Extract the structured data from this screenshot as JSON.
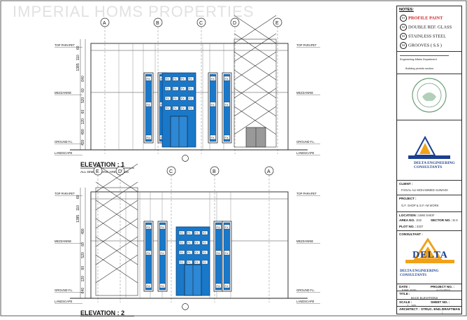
{
  "watermark": "IMPERIAL HOMS PROPERTIES",
  "elevations": [
    {
      "title": "ELEVATION : 1",
      "subtitle": "ALL DIMENSIONS ARE IN CMS",
      "grid_labels": [
        "A",
        "B",
        "C",
        "D",
        "E"
      ],
      "levels": [
        "TOP PARAPET",
        "MEZZANINE",
        "GROUND F.L.",
        "LANDSCAPE"
      ],
      "dimensions": [
        "60",
        "110",
        "1385",
        "640",
        "60",
        "520",
        "60",
        "120",
        "490",
        "420"
      ],
      "panel_label": "FX"
    },
    {
      "title": "ELEVATION : 2",
      "subtitle": "ALL DIMENSIONS ARE IN CMS",
      "grid_labels": [
        "E",
        "D'",
        "C",
        "B",
        "A"
      ],
      "levels": [
        "TOP PARAPET",
        "MEZZANINE",
        "GROUND F.L.",
        "LANDSCAPE"
      ],
      "dimensions": [
        "60",
        "110",
        "1385",
        "490",
        "60",
        "520",
        "60",
        "120",
        "640"
      ],
      "panel_label": "FX"
    }
  ],
  "title_block": {
    "notes_heading": "NOTES:",
    "notes": [
      {
        "num": "01",
        "text": "PROFILE PAINT"
      },
      {
        "num": "02",
        "text": "DOUBLE REF. GLASS"
      },
      {
        "num": "03",
        "text": "STAINLESS STEEL"
      },
      {
        "num": "04",
        "text": "GROOVES ( S.S )"
      }
    ],
    "authority": "Engineering Affairs Department",
    "section": "Building permits section",
    "firm_name": "DELTA ENGINEERING CONSULTANTS",
    "firm_short": "DELTA",
    "fields": [
      {
        "label": "CLIENT :",
        "value": "FAISAL ALI MOHAMMED SUWAIDI"
      },
      {
        "label": "PROJECT :",
        "value": "G.F. SHOP & G.F.+M WORK"
      },
      {
        "label": "LOCATION :",
        "value": "UMM SHEIF"
      },
      {
        "label": "AREA NO. :",
        "value": "332"
      },
      {
        "label": "SECTOR NO. :",
        "value": "B.S"
      },
      {
        "label": "PLOT NO. :",
        "value": "3337"
      },
      {
        "label": "CONSULTANT :",
        "value": ""
      },
      {
        "label": "DATE :",
        "value": "JUNE 2020"
      },
      {
        "label": "PROJECT NO. :",
        "value": "A-12-2013"
      },
      {
        "label": "TITLE :",
        "value": "BACK ELEVATIONS"
      },
      {
        "label": "SCALE :",
        "value": "1 : 100"
      },
      {
        "label": "SHEET NO. :",
        "value": ""
      },
      {
        "label": "ARCHITECT :",
        "value": ""
      },
      {
        "label": "STRUC. ENG. :",
        "value": ""
      },
      {
        "label": "DRAFTMAN :",
        "value": ""
      }
    ]
  }
}
